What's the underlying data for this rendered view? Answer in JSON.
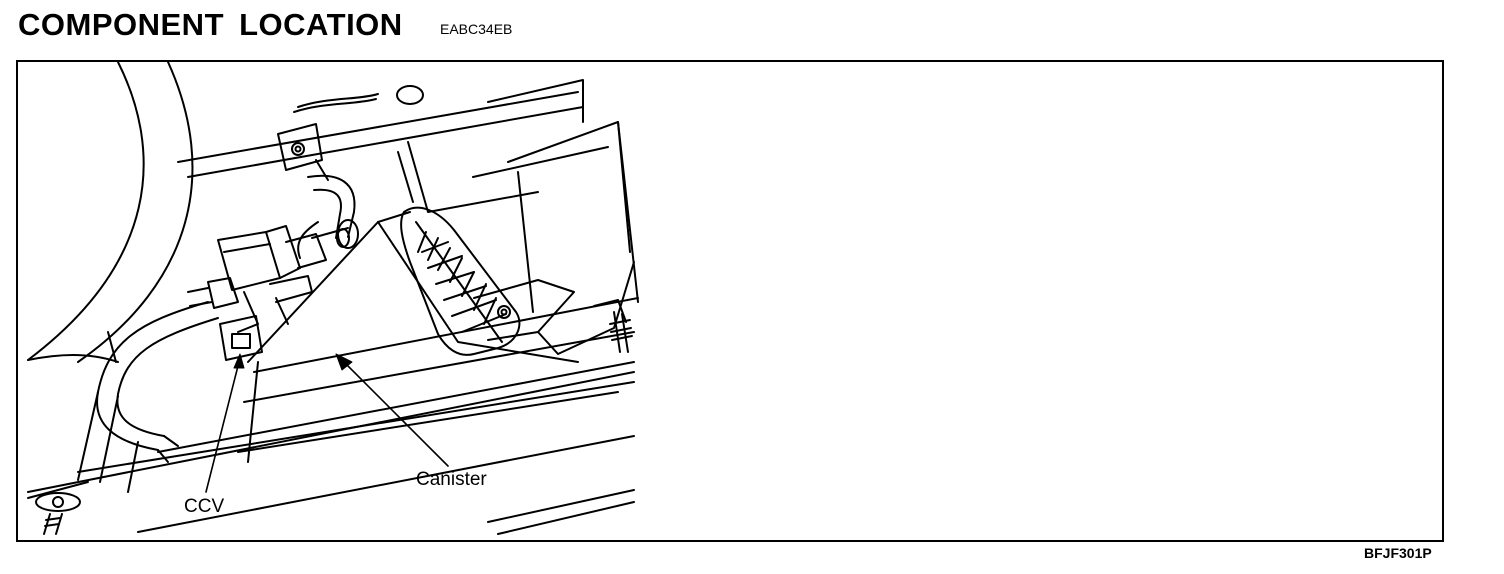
{
  "header": {
    "title": "COMPONENT LOCATION",
    "section_code": "EABC34EB"
  },
  "figure": {
    "labels": {
      "ccv": "CCV",
      "canister": "Canister"
    },
    "figure_code": "BFJF301P"
  }
}
